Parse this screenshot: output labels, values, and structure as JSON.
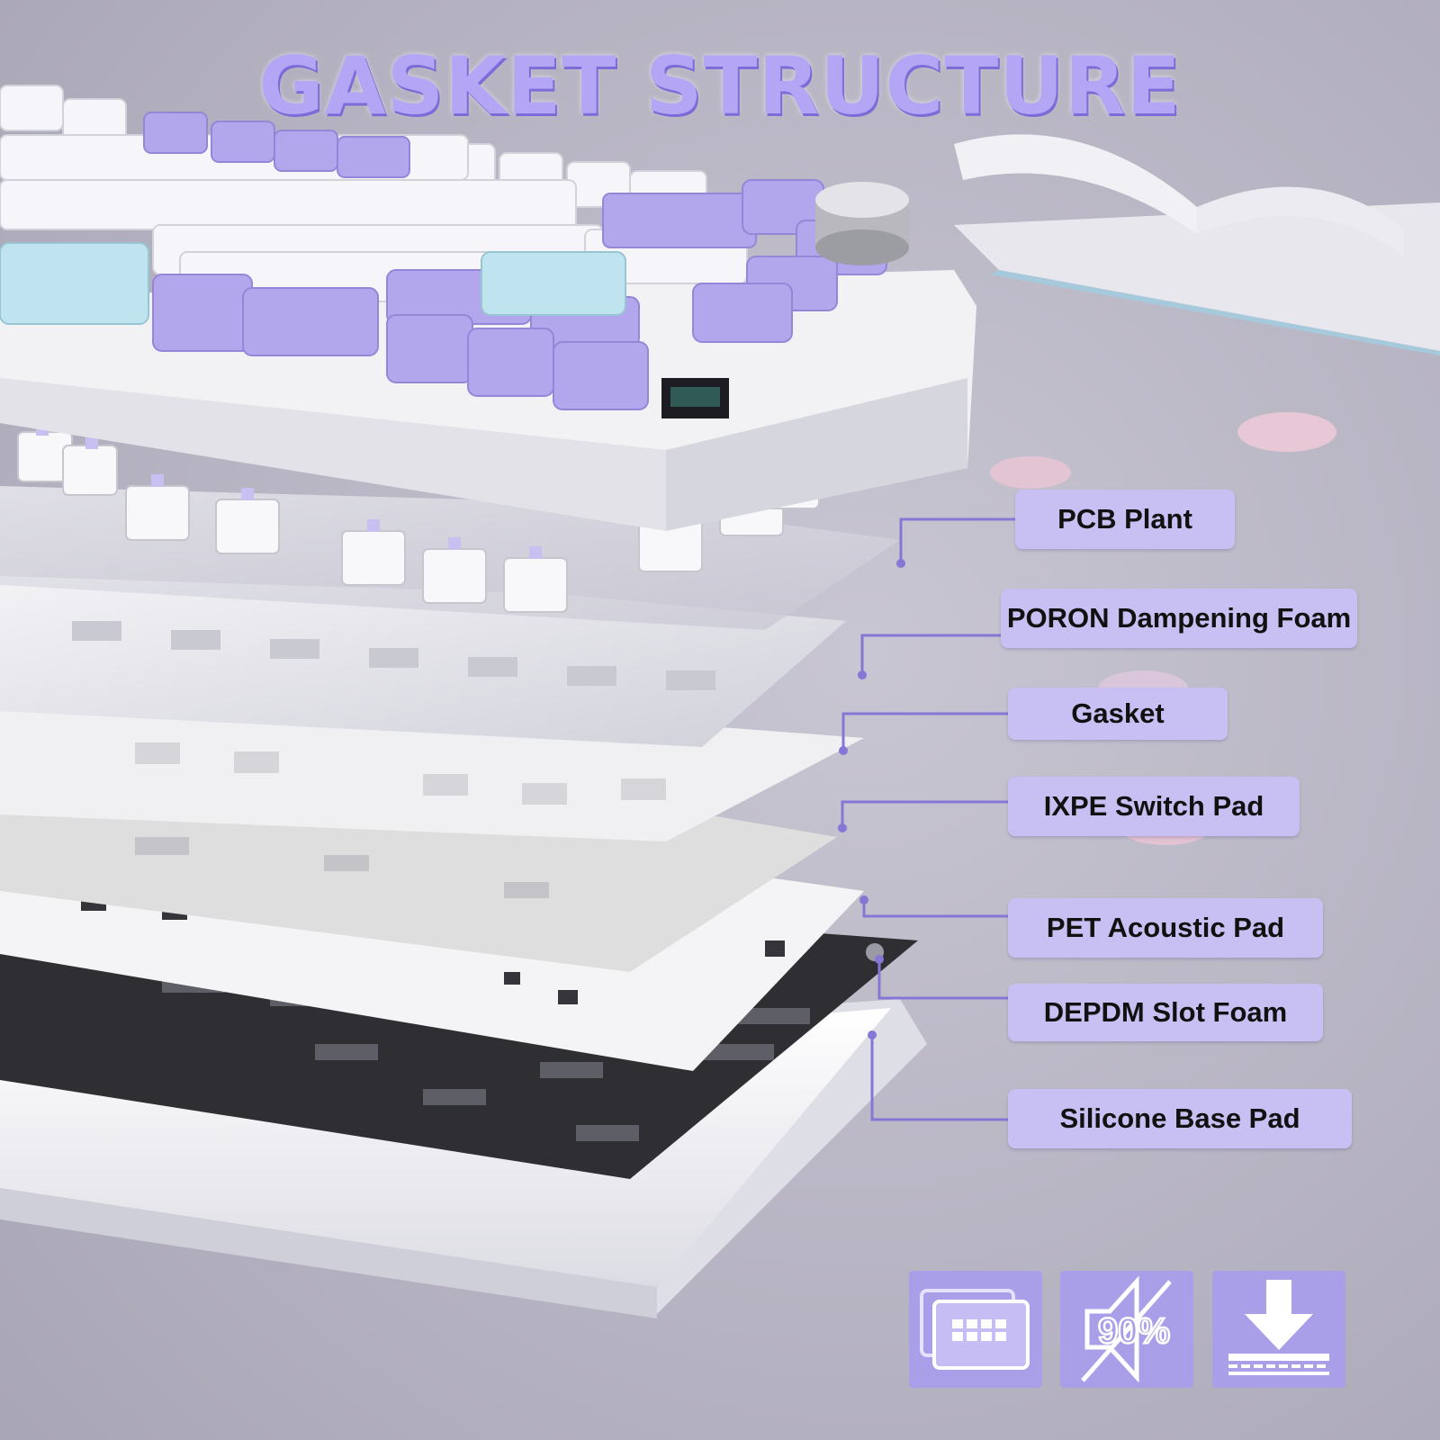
{
  "title": "GASKET STRUCTURE",
  "layers": [
    {
      "label": "PCB Plant"
    },
    {
      "label": "PORON Dampening Foam"
    },
    {
      "label": "Gasket"
    },
    {
      "label": "IXPE Switch Pad"
    },
    {
      "label": "PET Acoustic Pad"
    },
    {
      "label": "DEPDM Slot Foam"
    },
    {
      "label": "Silicone Base Pad"
    }
  ],
  "badges": [
    {
      "icon": "keyboard-layers-icon"
    },
    {
      "icon": "sound-reduction-icon",
      "text": "90%"
    },
    {
      "icon": "press-down-icon"
    }
  ],
  "colors": {
    "accent": "#b4a6f5",
    "label_bg": "#c8c0f2",
    "badge_bg": "#a99fe8",
    "leader_line": "#8577d6",
    "keycap_lavender": "#b2a6ec",
    "keycap_white": "#f4f4f8",
    "keycap_blue": "#bfe4ef"
  }
}
